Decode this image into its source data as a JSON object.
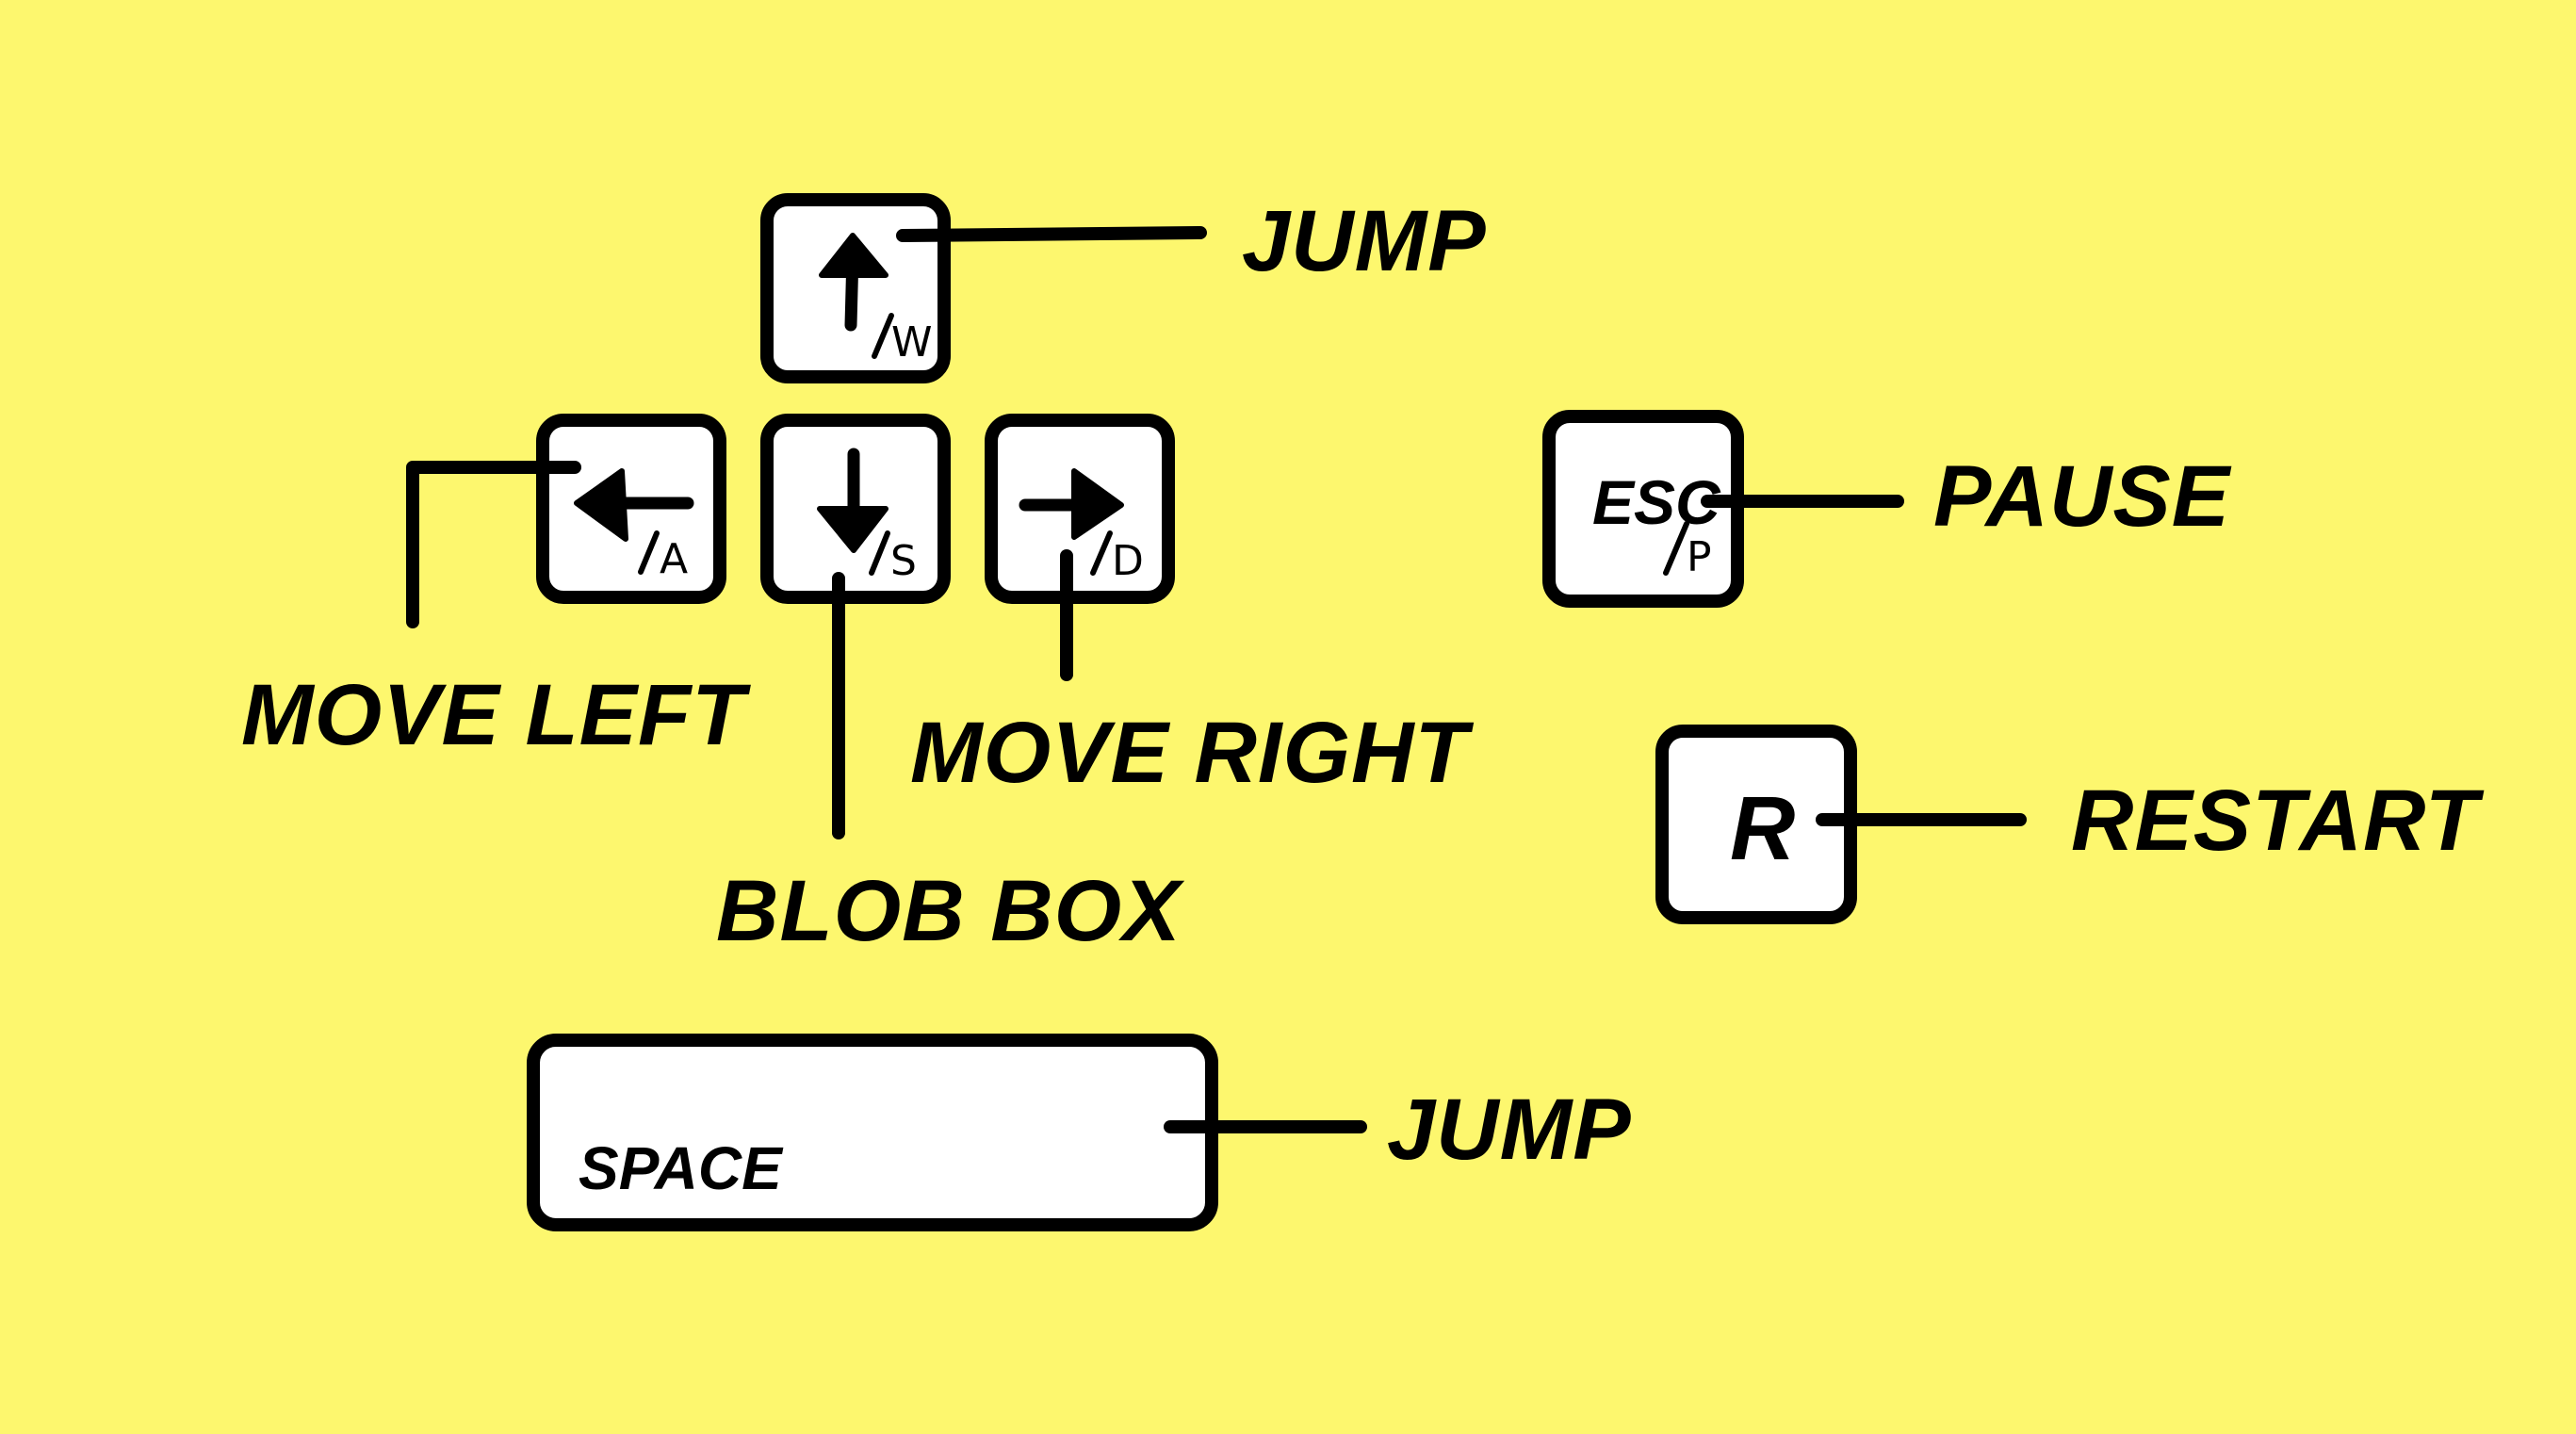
{
  "background_color": "#fdf76e",
  "keys": {
    "up": {
      "icon": "arrow-up-icon",
      "alt_key": "W",
      "action": "JUMP"
    },
    "left": {
      "icon": "arrow-left-icon",
      "alt_key": "A",
      "action": "MOVE LEFT"
    },
    "down": {
      "icon": "arrow-down-icon",
      "alt_key": "S",
      "action": "BLOB BOX"
    },
    "right": {
      "icon": "arrow-right-icon",
      "alt_key": "D",
      "action": "MOVE RIGHT"
    },
    "esc": {
      "key_label": "ESC",
      "alt_key": "P",
      "action": "PAUSE"
    },
    "r": {
      "key_label": "R",
      "action": "RESTART"
    },
    "space": {
      "key_label": "SPACE",
      "action": "JUMP"
    }
  }
}
